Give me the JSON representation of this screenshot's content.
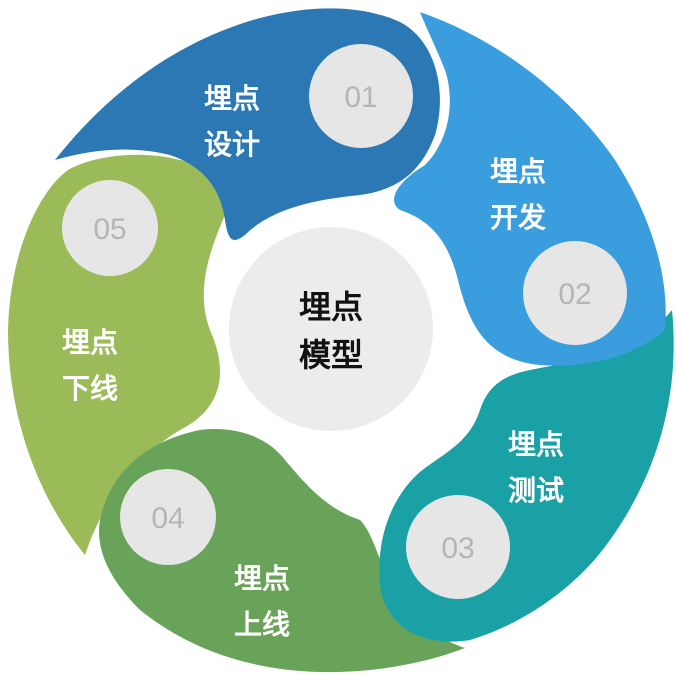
{
  "center": {
    "line1": "埋点",
    "line2": "模型"
  },
  "segments": [
    {
      "number": "01",
      "line1": "埋点",
      "line2": "设计",
      "color": "#2b78b4"
    },
    {
      "number": "02",
      "line1": "埋点",
      "line2": "开发",
      "color": "#3a9ede"
    },
    {
      "number": "03",
      "line1": "埋点",
      "line2": "测试",
      "color": "#1aa1a6"
    },
    {
      "number": "04",
      "line1": "埋点",
      "line2": "上线",
      "color": "#68a359"
    },
    {
      "number": "05",
      "line1": "埋点",
      "line2": "下线",
      "color": "#9bbb59"
    }
  ],
  "colors": {
    "number_badge": "#e6e6e6",
    "number_text": "#b5b5b5",
    "center_fill": "#ececec"
  }
}
